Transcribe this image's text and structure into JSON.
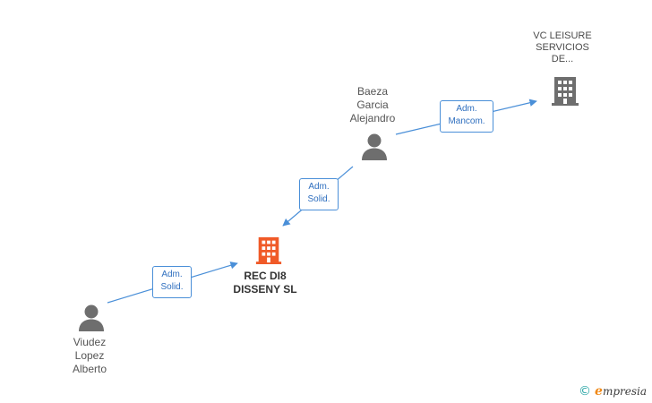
{
  "nodes": {
    "main_company": {
      "lines": [
        "REC DI8",
        "DISSENY SL"
      ],
      "icon": "building-icon",
      "color": "#f05a28"
    },
    "vc_leisure": {
      "lines": [
        "VC LEISURE",
        "SERVICIOS",
        "DE..."
      ],
      "icon": "building-icon",
      "color": "#6e6e6e"
    },
    "baeza": {
      "lines": [
        "Baeza",
        "Garcia",
        "Alejandro"
      ],
      "icon": "person-icon",
      "color": "#6e6e6e"
    },
    "viudez": {
      "lines": [
        "Viudez",
        "Lopez",
        "Alberto"
      ],
      "icon": "person-icon",
      "color": "#6e6e6e"
    }
  },
  "edges": {
    "baeza_to_vc": {
      "lines": [
        "Adm.",
        "Mancom."
      ]
    },
    "baeza_to_main": {
      "lines": [
        "Adm.",
        "Solid."
      ]
    },
    "viudez_to_main": {
      "lines": [
        "Adm.",
        "Solid."
      ]
    }
  },
  "colors": {
    "edge": "#4a8fd8"
  },
  "footer": {
    "copyright": "©",
    "brand_initial": "e",
    "brand_rest": "mpresia"
  }
}
